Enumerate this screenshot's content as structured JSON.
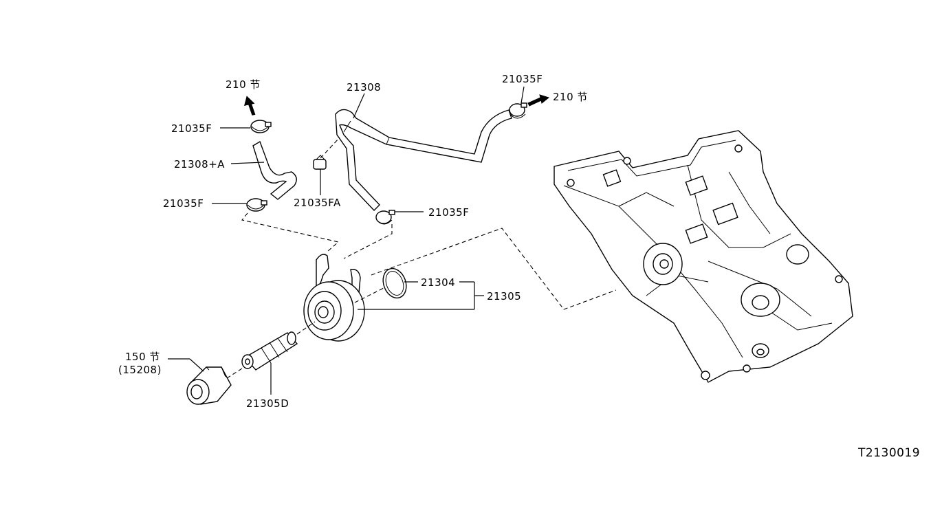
{
  "labels": {
    "ref_210_top": "210 节",
    "ref_210_right": "210 节",
    "p_21035F_1": "21035F",
    "p_21308A": "21308+A",
    "p_21035F_2": "21035F",
    "p_21035FA": "21035FA",
    "p_21308": "21308",
    "p_21035F_3": "21035F",
    "p_21035F_4": "21035F",
    "p_21304": "21304",
    "p_21305": "21305",
    "p_150": "150 节",
    "p_15208": "(15208)",
    "p_21305D": "21305D",
    "diagram_id": "T2130019"
  }
}
